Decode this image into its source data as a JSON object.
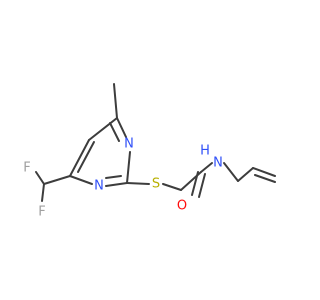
{
  "molecule": {
    "atoms": [
      {
        "id": "F1",
        "symbol": "F",
        "color": "#a0a0a0"
      },
      {
        "id": "F2",
        "symbol": "F",
        "color": "#a0a0a0"
      },
      {
        "id": "N_ring_top",
        "symbol": "N",
        "color": "#3050f8"
      },
      {
        "id": "N_ring_bottom",
        "symbol": "N",
        "color": "#3050f8"
      },
      {
        "id": "S",
        "symbol": "S",
        "color": "#b8b000"
      },
      {
        "id": "O",
        "symbol": "O",
        "color": "#ff0d0d"
      },
      {
        "id": "NH",
        "symbol": "N",
        "color": "#3050f8"
      },
      {
        "id": "H",
        "symbol": "H",
        "color": "#3050f8"
      }
    ],
    "bond_color": "#3d3d3d"
  }
}
